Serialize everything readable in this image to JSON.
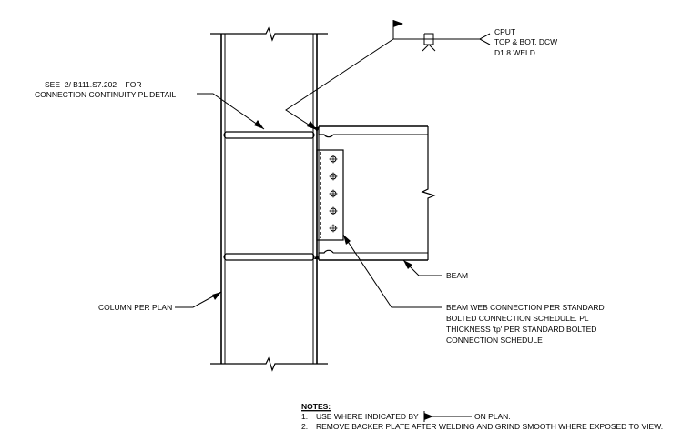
{
  "callouts": {
    "cp_see_line1": "SEE  2/ B111.S7.202    FOR",
    "cp_see_line2": "CONNECTION CONTINUITY PL DETAIL",
    "weld_line1": "CPUT",
    "weld_line2": "TOP & BOT, DCW",
    "weld_line3": "D1.8 WELD",
    "beam": "BEAM",
    "column": "COLUMN PER PLAN",
    "web_conn_line1": "BEAM WEB CONNECTION PER STANDARD",
    "web_conn_line2": "BOLTED CONNECTION SCHEDULE. PL",
    "web_conn_line3": "THICKNESS 'tp' PER STANDARD BOLTED",
    "web_conn_line4": "CONNECTION SCHEDULE"
  },
  "notes": {
    "title": "NOTES:",
    "items": [
      {
        "num": "1.",
        "before": "USE WHERE INDICATED BY",
        "after": "ON PLAN."
      },
      {
        "num": "2.",
        "text": "REMOVE BACKER PLATE AFTER WELDING AND GRIND SMOOTH WHERE EXPOSED TO VIEW."
      }
    ]
  },
  "bolt_count": 5
}
